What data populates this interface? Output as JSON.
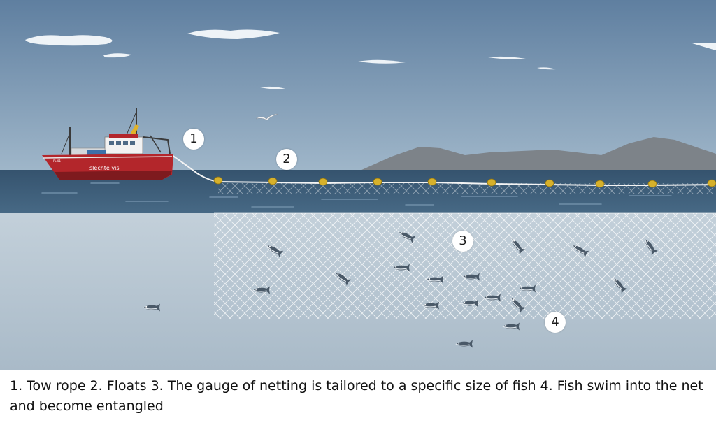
{
  "diagram": {
    "boat": {
      "name_label": "slechte vis",
      "hull_color": "#b3262b"
    },
    "callouts": [
      {
        "id": "1",
        "meaning": "Tow rope"
      },
      {
        "id": "2",
        "meaning": "Floats"
      },
      {
        "id": "3",
        "meaning": "netting"
      },
      {
        "id": "4",
        "meaning": "Fish"
      }
    ],
    "colors": {
      "sky": "#6e8eab",
      "sea_surface": "#3f5f7b",
      "underwater": "#b7c7d4",
      "mountains": "#7d8389",
      "floats": "#d7b12b"
    }
  },
  "caption": "1. Tow rope 2. Floats 3. The gauge of netting is tailored to a specific size of fish 4. Fish swim into the net and become entangled"
}
